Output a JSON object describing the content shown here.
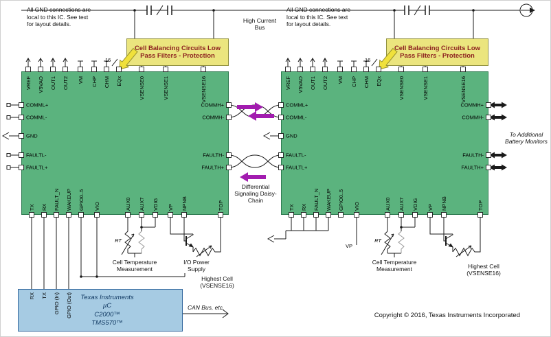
{
  "notes": {
    "gnd_note": "All GND connections are local to this IC. See text for layout details.",
    "high_current_bus": "High Current Bus",
    "daisy_chain": "Differential Signaling Daisy-Chain",
    "to_additional": "To Additional Battery Monitors",
    "cell_temp": "Cell Temperature Measurement",
    "io_power": "I/O Power Supply",
    "highest_cell": "Highest Cell (VSENSE16)",
    "vp": "VP",
    "can_bus": "CAN Bus, etc.",
    "copyright": "Copyright © 2016, Texas Instruments Incorporated",
    "rt": "RT",
    "bus_width": "16"
  },
  "balancing": {
    "label": "Cell Balancing Circuits Low Pass Filters - Protection"
  },
  "ic": {
    "top_pins": [
      "VREF",
      "V5VAO",
      "OUT1",
      "OUT2",
      "VM",
      "CHP",
      "CHM",
      "EQx",
      "VSENSE0",
      "VSENSE1",
      "VSENSE16"
    ],
    "left_pins": [
      "COMML+",
      "COMML-",
      "GND",
      "FAULTL-",
      "FAULTL+"
    ],
    "right_pins": [
      "COMMH+",
      "COMMH-",
      "FAULTH-",
      "FAULTH+"
    ],
    "bottom_pins": [
      "TX",
      "RX",
      "FAULT_N",
      "WAKEUP",
      "GPIO0..5",
      "VIO",
      "AUX0",
      "AUX7",
      "VDIG",
      "VP",
      "NPNB",
      "TOP"
    ]
  },
  "mcu": {
    "lines": [
      "Texas Instruments",
      "µC",
      "C2000™",
      "TMS570™"
    ],
    "pins": [
      "RX",
      "TX",
      "GPIO (In)",
      "GPIO (Out)"
    ]
  },
  "colors": {
    "ic-fill": "#5bb37e",
    "ic-border": "#2e7a50",
    "bal-fill": "#ebe57e",
    "bal-border": "#8f8f3f",
    "bal-text": "#8b1e1e",
    "mcu-fill": "#a6cbe3",
    "mcu-border": "#33689e",
    "mcu-text": "#123a63",
    "purple": "#a21caf",
    "eq-arrow": "#f0e13c",
    "eq-arrow-border": "#97912d",
    "wire": "#1a1a1a"
  }
}
